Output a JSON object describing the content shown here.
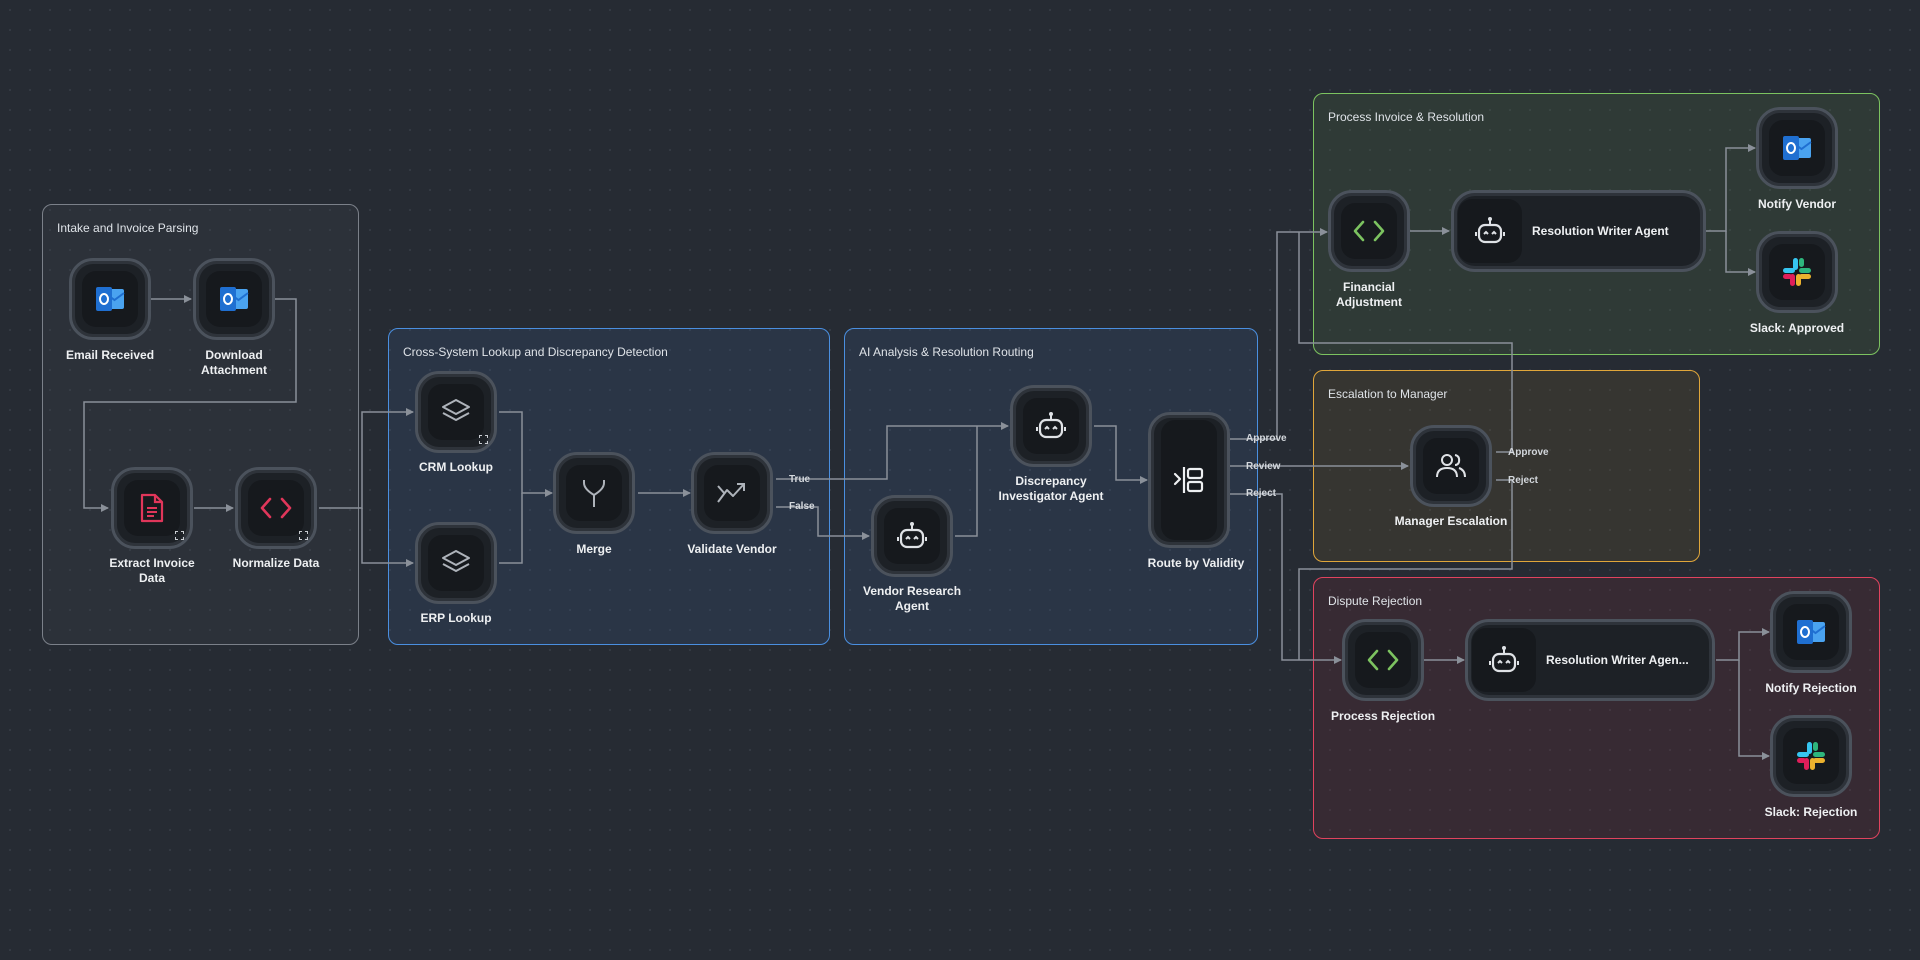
{
  "groups": {
    "intake": "Intake and Invoice Parsing",
    "cross": "Cross-System Lookup and Discrepancy Detection",
    "ai": "AI Analysis & Resolution Routing",
    "process": "Process Invoice & Resolution",
    "escalation": "Escalation to Manager",
    "dispute": "Dispute Rejection"
  },
  "nodes": {
    "email_received": {
      "line1": "Email Received",
      "line2": "",
      "icon": "outlook-icon"
    },
    "download_attachment": {
      "line1": "Download",
      "line2": "Attachment",
      "icon": "outlook-icon"
    },
    "extract_invoice": {
      "line1": "Extract Invoice",
      "line2": "Data",
      "icon": "document-icon"
    },
    "normalize_data": {
      "line1": "Normalize Data",
      "line2": "",
      "icon": "code-icon"
    },
    "crm_lookup": {
      "line1": "CRM Lookup",
      "line2": "",
      "icon": "layers-icon"
    },
    "erp_lookup": {
      "line1": "ERP Lookup",
      "line2": "",
      "icon": "layers-icon"
    },
    "merge": {
      "line1": "Merge",
      "line2": "",
      "icon": "merge-icon"
    },
    "validate_vendor": {
      "line1": "Validate Vendor",
      "line2": "",
      "icon": "trend-icon"
    },
    "vendor_research": {
      "line1": "Vendor Research",
      "line2": "Agent",
      "icon": "robot-icon"
    },
    "discrepancy_agent": {
      "line1": "Discrepancy",
      "line2": "Investigator Agent",
      "icon": "robot-icon"
    },
    "route_validity": {
      "line1": "Route by Validity",
      "line2": "",
      "icon": "switch-icon"
    },
    "financial_adjustment": {
      "line1": "Financial",
      "line2": "Adjustment",
      "icon": "code-icon"
    },
    "resolution_writer_1": {
      "label": "Resolution Writer Agent",
      "icon": "robot-icon"
    },
    "notify_vendor": {
      "line1": "Notify Vendor",
      "line2": "",
      "icon": "outlook-icon"
    },
    "slack_approved": {
      "line1": "Slack: Approved",
      "line2": "",
      "icon": "slack-icon"
    },
    "manager_escalation": {
      "line1": "Manager Escalation",
      "line2": "",
      "icon": "users-icon"
    },
    "process_rejection": {
      "line1": "Process Rejection",
      "line2": "",
      "icon": "code-icon"
    },
    "resolution_writer_2": {
      "label": "Resolution Writer Agen...",
      "icon": "robot-icon"
    },
    "notify_rejection": {
      "line1": "Notify Rejection",
      "line2": "",
      "icon": "outlook-icon"
    },
    "slack_rejection": {
      "line1": "Slack: Rejection",
      "line2": "",
      "icon": "slack-icon"
    }
  },
  "ports": {
    "true_label": "True",
    "false_label": "False",
    "approve_label": "Approve",
    "review_label": "Review",
    "reject_label": "Reject",
    "mgr_approve_label": "Approve",
    "mgr_reject_label": "Reject"
  },
  "colors": {
    "outlook": "#1f6fd1",
    "code_red": "#e0365a",
    "code_green": "#7cc360",
    "doc_pink": "#e0365a",
    "wire": "#8a9099"
  }
}
